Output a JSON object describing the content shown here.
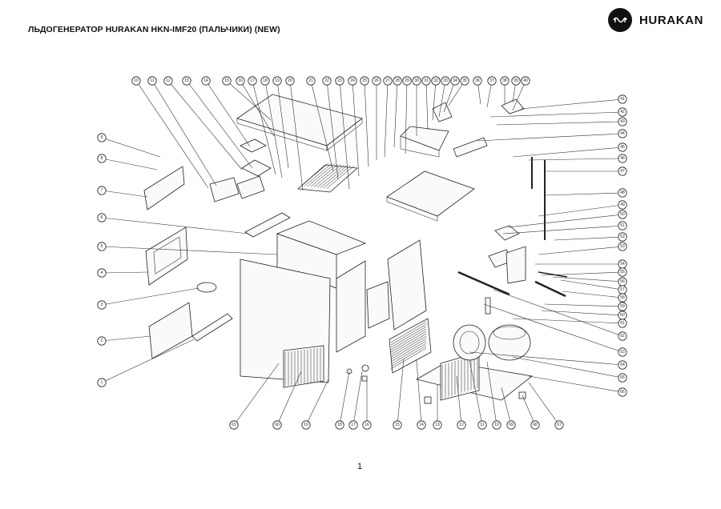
{
  "document": {
    "title": "ЛЬДОГЕНЕРАТОР HURAKAN HKN-IMF20 (ПАЛЬЧИКИ) (NEW)",
    "page_number": "1"
  },
  "brand": {
    "name": "HURAKAN",
    "logo_icon": "hurakan-logo-icon"
  },
  "callouts_top": [
    "10",
    "11",
    "12",
    "15",
    "14",
    "15",
    "16",
    "17",
    "18",
    "19",
    "20",
    "21",
    "22",
    "23",
    "24",
    "25",
    "26",
    "27",
    "28",
    "29",
    "30",
    "31",
    "32",
    "33",
    "34",
    "35",
    "36",
    "37",
    "38",
    "39",
    "40"
  ],
  "callouts_left": [
    "9",
    "8",
    "7",
    "6",
    "5",
    "4",
    "3",
    "2",
    "1"
  ],
  "callouts_right": [
    "41",
    "42",
    "43",
    "44",
    "45",
    "46",
    "47",
    "48",
    "49",
    "50",
    "51",
    "52",
    "53",
    "54",
    "55",
    "56",
    "57",
    "58",
    "59",
    "60",
    "61",
    "62",
    "63",
    "64",
    "65",
    "66"
  ],
  "callouts_bottom": [
    "61",
    "60",
    "19",
    "18",
    "17",
    "16",
    "15",
    "14",
    "13",
    "12",
    "11",
    "10",
    "69",
    "68",
    "67"
  ]
}
